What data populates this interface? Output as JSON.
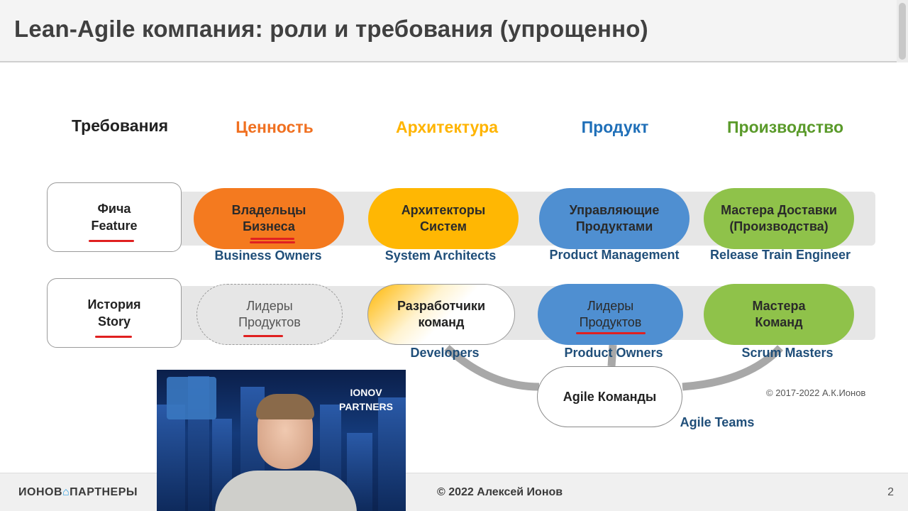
{
  "title": "Lean-Agile компания: роли и требования (упрощенно)",
  "headers": {
    "requirements": "Требования",
    "value": "Ценность",
    "architecture": "Архитектура",
    "product": "Продукт",
    "production": "Производство"
  },
  "colors": {
    "value": "#f07020",
    "architecture": "#ffb400",
    "product": "#1f6fb8",
    "production": "#5a9a2a",
    "role_label": "#1f4e79"
  },
  "rows": {
    "feature": {
      "req_line1": "Фича",
      "req_line2": "Feature",
      "value_line1": "Владельцы",
      "value_line2": "Бизнеса",
      "value_en": "Business Owners",
      "arch_line1": "Архитекторы",
      "arch_line2": "Систем",
      "arch_en": "System Architects",
      "product_line1": "Управляющие",
      "product_line2": "Продуктами",
      "product_en": "Product Management",
      "prod_line1": "Мастера Доставки",
      "prod_line2": "(Производства)",
      "prod_en": "Release Train Engineer"
    },
    "story": {
      "req_line1": "История",
      "req_line2": "Story",
      "value_line1": "Лидеры",
      "value_line2": "Продуктов",
      "arch_line1": "Разработчики",
      "arch_line2": "команд",
      "arch_en": "Developers",
      "product_line1": "Лидеры",
      "product_line2": "Продуктов",
      "product_en": "Product Owners",
      "prod_line1": "Мастера",
      "prod_line2": "Команд",
      "prod_en": "Scrum Masters"
    }
  },
  "agile": {
    "label": "Agile Команды",
    "en": "Agile Teams"
  },
  "copyright_small": "© 2017-2022 А.К.Ионов",
  "video": {
    "brand_line1": "IONOV",
    "brand_line2": "PARTNERS"
  },
  "footer": {
    "logo_part1": "ИОНОВ",
    "logo_part2": "ПАРТНЕРЫ",
    "center": "© 2022 Алексей Ионов",
    "page": "2"
  }
}
